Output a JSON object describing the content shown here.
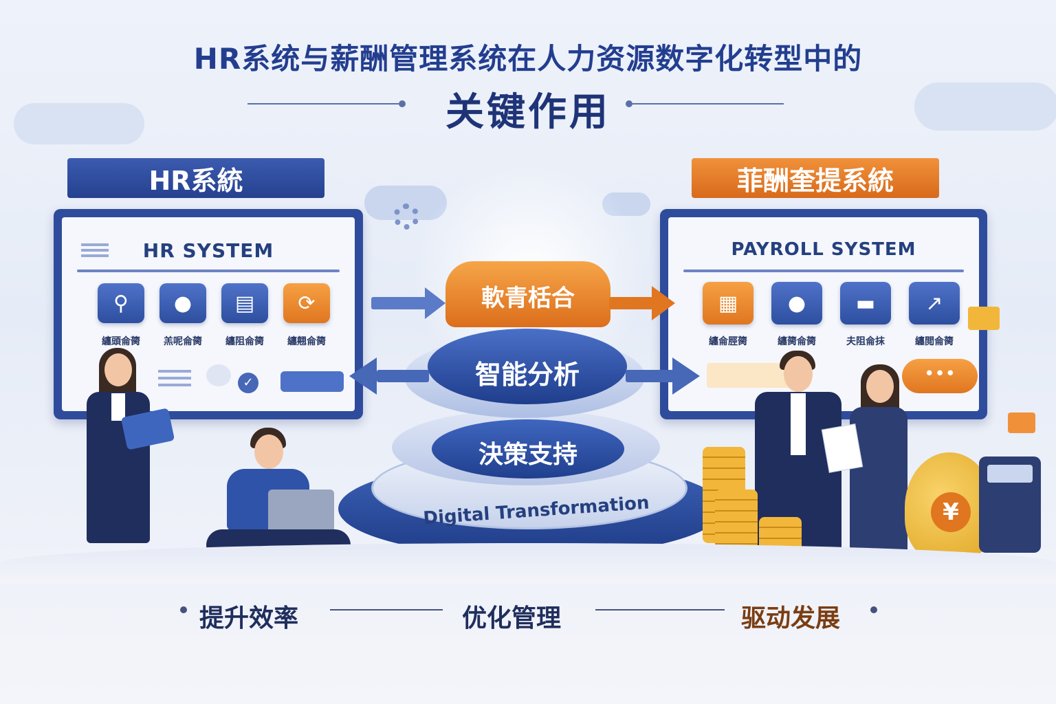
{
  "title": {
    "line1": "HR系统与薪酬管理系统在人力资源数字化转型中的",
    "line2": "关键作用"
  },
  "left_panel": {
    "header": "HR系統",
    "screen_title": "HR SYSTEM",
    "apps": [
      {
        "icon": "search-icon",
        "label": "纏頭侖膐"
      },
      {
        "icon": "user-icon",
        "label": "羔呢侖膐"
      },
      {
        "icon": "document-icon",
        "label": "纏阻侖膐"
      },
      {
        "icon": "refresh-icon",
        "label": "纏翹侖膐"
      }
    ]
  },
  "right_panel": {
    "header": "菲酬奎提系統",
    "screen_title": "PAYROLL SYSTEM",
    "apps": [
      {
        "icon": "printer-icon",
        "label": "纏侖脛膐"
      },
      {
        "icon": "team-icon",
        "label": "纏膐侖膐"
      },
      {
        "icon": "card-icon",
        "label": "夫阻侖抹"
      },
      {
        "icon": "chart-icon",
        "label": "纏閲侖膐"
      }
    ]
  },
  "center": {
    "top": "軟青栝合",
    "middle": "智能分析",
    "bottom": "決策支持",
    "base": "Digital Transformation"
  },
  "bottom_words": [
    {
      "text": "提升效率",
      "color": "#1f2e5c"
    },
    {
      "text": "优化管理",
      "color": "#1f2e5c"
    },
    {
      "text": "驱动发展",
      "color": "#7a3d12"
    }
  ],
  "colors": {
    "navy": "#233e8f",
    "orange": "#e07620",
    "coin": "#f2b73a"
  },
  "yen_symbol": "¥"
}
